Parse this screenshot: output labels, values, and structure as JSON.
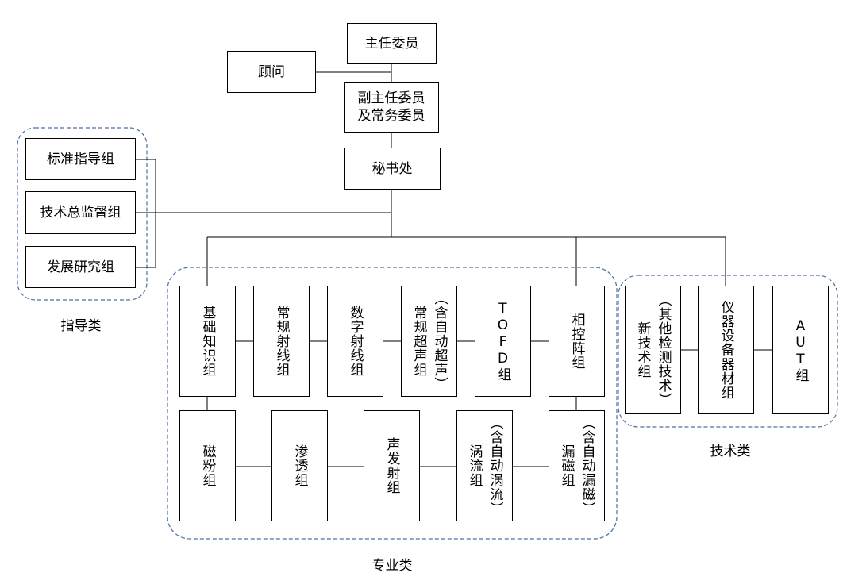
{
  "leadership": {
    "director": "主任委员",
    "advisor": "顾问",
    "deputy_line1": "副主任委员",
    "deputy_line2": "及常务委员",
    "secretariat": "秘书处"
  },
  "guidance": {
    "category_label": "指导类",
    "items": [
      "标准指导组",
      "技术总监督组",
      "发展研究组"
    ]
  },
  "professional": {
    "category_label": "专业类",
    "row1": {
      "basic": "基础知识组",
      "rt": "常规射线组",
      "dr": "数字射线组",
      "ut_main": "常规超声组",
      "ut_note": "（含自动超声）",
      "tofd": "TOFD组",
      "pa": "相控阵组"
    },
    "row2": {
      "mt": "磁粉组",
      "pt": "渗透组",
      "ae": "声发射组",
      "et_main": "涡流组",
      "et_note": "（含自动涡流）",
      "mfl_main": "漏磁组",
      "mfl_note": "（含自动漏磁）"
    }
  },
  "technical": {
    "category_label": "技术类",
    "new_tech_main": "新技术组",
    "new_tech_note": "（其他检测技术）",
    "instruments": "仪器设备器材组",
    "aut": "AUT组"
  },
  "colors": {
    "line": "#000000",
    "group_border": "#4a6fa5"
  }
}
